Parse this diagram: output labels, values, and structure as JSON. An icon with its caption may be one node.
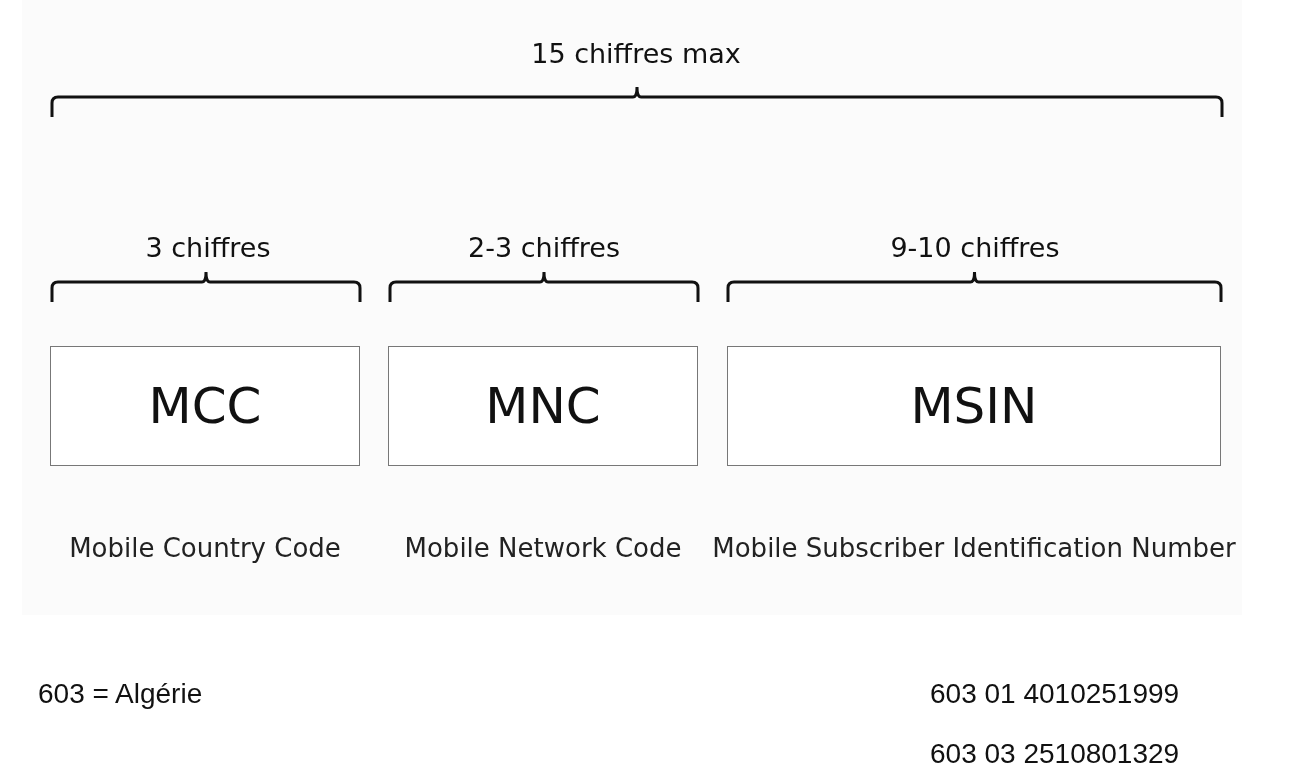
{
  "diagram": {
    "nodes": [
      {
        "text": [
          "MCC"
        ],
        "beside": [
          "Mobile Country Code"
        ]
      },
      {
        "text": [
          "MNC"
        ],
        "beside": [
          "Mobile Network Code"
        ]
      },
      {
        "text": [
          "MSIN"
        ],
        "beside": [
          "Mobile Subscriber Identification Number"
        ]
      }
    ],
    "edges": [],
    "labels": [
      "15 chiffres max",
      "3 chiffres",
      "2-3 chiffres",
      "9-10 chiffres",
      "603 = Algérie",
      "603 01 4010251999",
      "603 03 2510801329"
    ]
  }
}
